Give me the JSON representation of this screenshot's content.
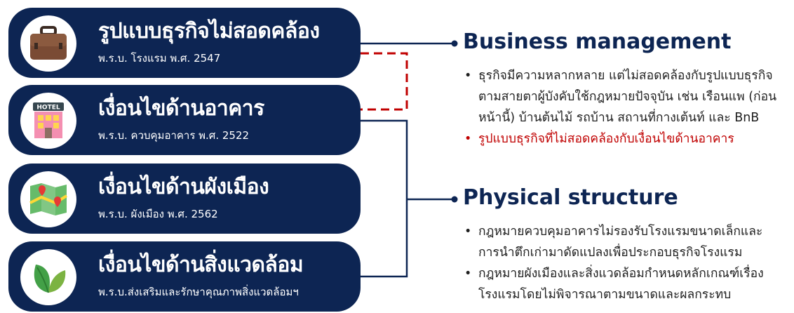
{
  "cards": [
    {
      "title": "รูปแบบธุรกิจไม่สอดคล้อง",
      "subtitle": "พ.ร.บ. โรงแรม พ.ศ. 2547",
      "icon": "briefcase-icon"
    },
    {
      "title": "เงื่อนไขด้านอาคาร",
      "subtitle": "พ.ร.บ. ควบคุมอาคาร พ.ศ. 2522",
      "icon": "hotel-icon",
      "icon_label": "HOTEL"
    },
    {
      "title": "เงื่อนไขด้านผังเมือง",
      "subtitle": "พ.ร.บ. ผังเมือง พ.ศ. 2562",
      "icon": "map-icon"
    },
    {
      "title": "เงื่อนไขด้านสิ่งแวดล้อม",
      "subtitle": "พ.ร.บ.ส่งเสริมและรักษาคุณภาพสิ่งแวดล้อมฯ",
      "icon": "leaf-icon"
    }
  ],
  "sections": [
    {
      "title": "Business management",
      "bullets": [
        {
          "text": "ธุรกิจมีความหลากหลาย แต่ไม่สอดคล้องกับรูปแบบธุรกิจตามสายตาผู้บังคับใช้กฎหมายปัจจุบัน เช่น เรือนแพ (ก่อนหน้านี้) บ้านต้นไม้ รถบ้าน สถานที่กางเต้นท์ และ BnB",
          "highlight": false
        },
        {
          "text": "รูปแบบธุรกิจที่ไม่สอดคล้องกับเงื่อนไขด้านอาคาร",
          "highlight": true
        }
      ]
    },
    {
      "title": "Physical structure",
      "bullets": [
        {
          "text": "กฎหมายควบคุมอาคารไม่รองรับโรงแรมขนาดเล็กและการนำตึกเก่ามาดัดแปลงเพื่อประกอบธุรกิจโรงแรม",
          "highlight": false
        },
        {
          "text": "กฎหมายผังเมืองและสิ่งแวดล้อมกำหนดหลักเกณฑ์เรื่องโรงแรมโดยไม่พิจารณาตามขนาดและผลกระทบ",
          "highlight": false
        }
      ]
    }
  ],
  "colors": {
    "navy": "#0d2553",
    "connector": "#0d2553",
    "dashed": "#c00000",
    "highlight": "#c00000"
  }
}
